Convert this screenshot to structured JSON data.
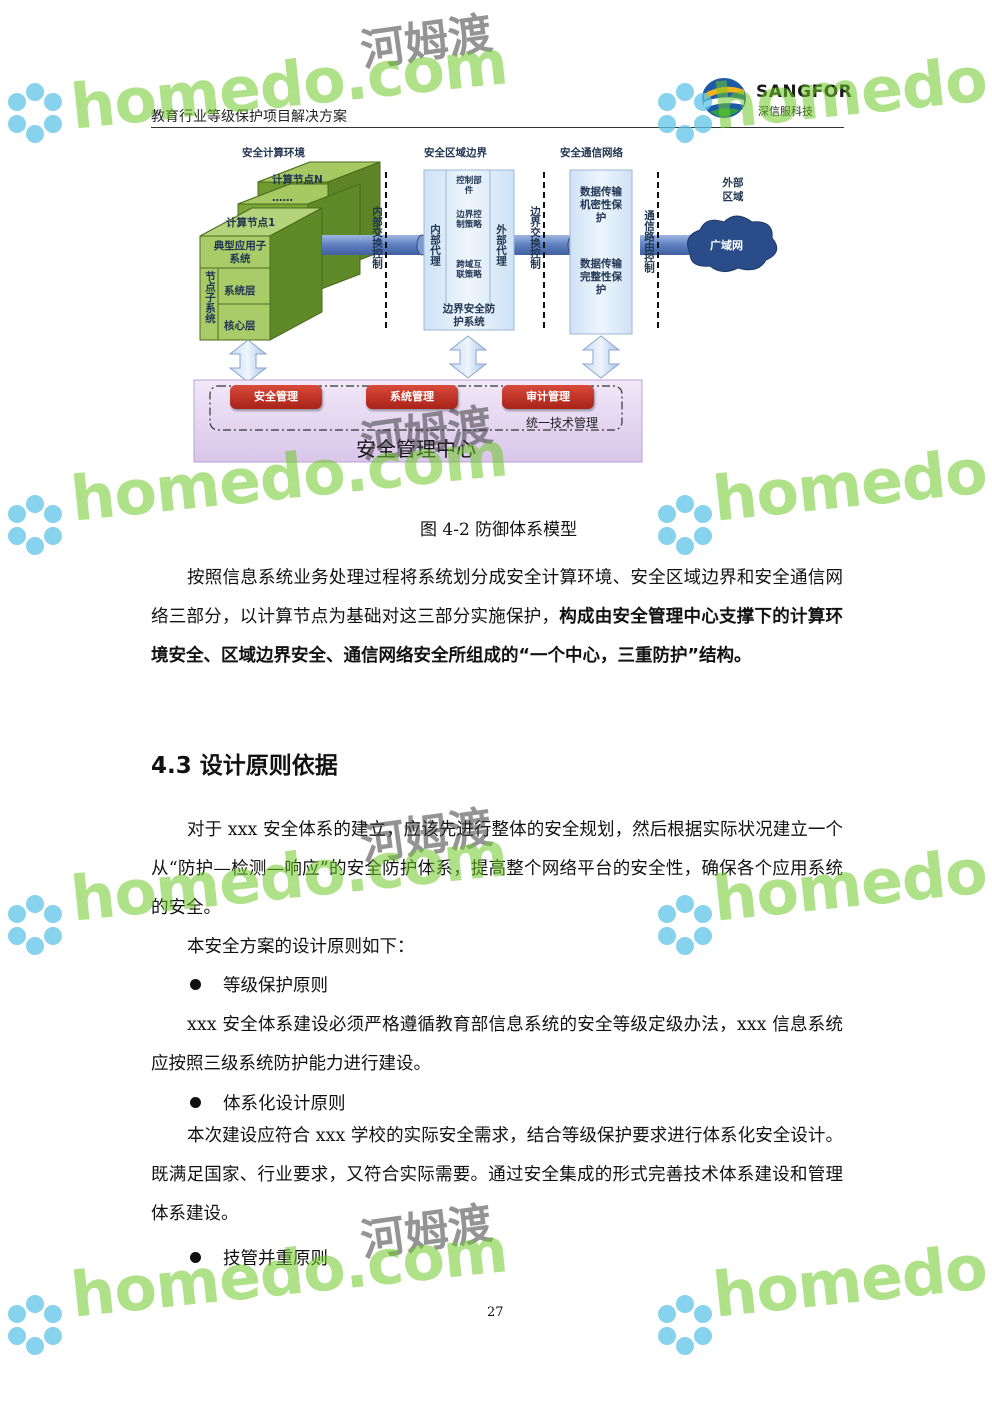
{
  "header": {
    "title": "教育行业等级保护项目解决方案",
    "logo_text": "SANGFOR",
    "logo_subtext": "深信服科技"
  },
  "diagram": {
    "top_labels": [
      "安全计算环境",
      "安全区域边界",
      "安全通信网络"
    ],
    "cube_labels": {
      "node_n": "计算节点N",
      "ellipsis": "……",
      "node_1": "计算节点1",
      "app_subsystem": "典型应用子系统",
      "node_subsystem": "节点子系统",
      "system_layer": "系统层",
      "core_layer": "核心层"
    },
    "inner_exchange": "内部交换控制",
    "boundary": {
      "inner_proxy": "内部代理",
      "outer_proxy": "外部代理",
      "policies": [
        "控制部件",
        "边界控制策略",
        "跨域互联策略"
      ],
      "bottom": "边界安全防护系统"
    },
    "boundary_exchange": "边界交换控制",
    "comm": {
      "top": "数据传输机密性保护",
      "bottom": "数据传输完整性保护"
    },
    "comm_route": "通信路由控制",
    "external": "外部区域",
    "wan": "广域网",
    "mgmt_buttons": [
      "安全管理",
      "系统管理",
      "审计管理"
    ],
    "unified": "统一技术管理",
    "center": "安全管理中心"
  },
  "caption": "图 4-2 防御体系模型",
  "para1_normal": "按照信息系统业务处理过程将系统划分成安全计算环境、安全区域边界和安全通信网络三部分，以计算节点为基础对这三部分实施保护，",
  "para1_bold": "构成由安全管理中心支撑下的计算环境安全、区域边界安全、通信网络安全所组成的“一个中心，三重防护”结构。",
  "section_title": "4.3 设计原则依据",
  "para2": "对于 xxx 安全体系的建立，应该先进行整体的安全规划，然后根据实际状况建立一个从“防护—检测—响应”的安全防护体系，提高整个网络平台的安全性，确保各个应用系统的安全。",
  "para3": "本安全方案的设计原则如下：",
  "bullet1": "等级保护原则",
  "para4": "xxx 安全体系建设必须严格遵循教育部信息系统的安全等级定级办法，xxx 信息系统应按照三级系统防护能力进行建设。",
  "bullet2": "体系化设计原则",
  "para5": "本次建设应符合 xxx 学校的实际安全需求，结合等级保护要求进行体系化安全设计。既满足国家、行业要求，又符合实际需要。通过安全集成的形式完善技术体系建设和管理体系建设。",
  "bullet3": "技管并重原则",
  "page_number": "27",
  "watermark": {
    "en": "homedo.com",
    "cn": "河姆渡"
  },
  "colors": {
    "cube_green": "#7fa83a",
    "pipe_blue": "#6e8fc6",
    "panel_blue": "#dbe9f7",
    "center_purple": "#e6d8f2",
    "red_button": "#b8291d",
    "watermark_green": "#6ec828"
  }
}
